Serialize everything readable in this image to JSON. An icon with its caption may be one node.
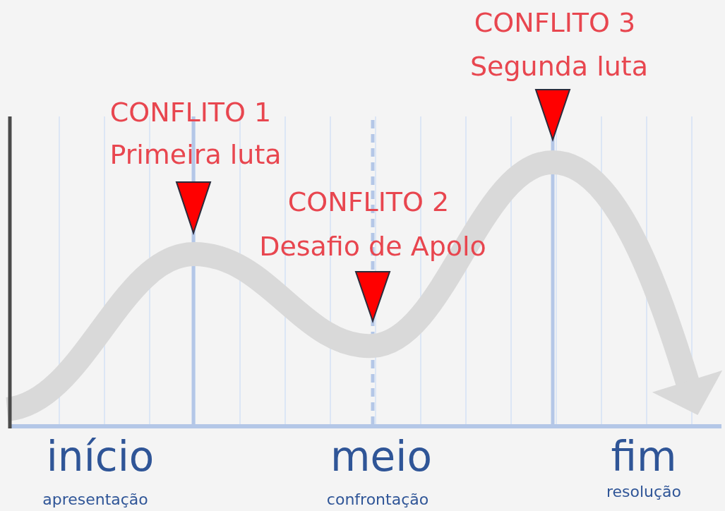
{
  "diagram": {
    "labels": [
      "CONFLITO 3",
      "Segunda luta",
      "CONFLITO 1",
      "Primeira luta",
      "CONFLITO 2",
      "Desafio de Apolo",
      "início",
      "meio",
      "fim",
      "resolução",
      "apresentação",
      "confrontação"
    ]
  }
}
